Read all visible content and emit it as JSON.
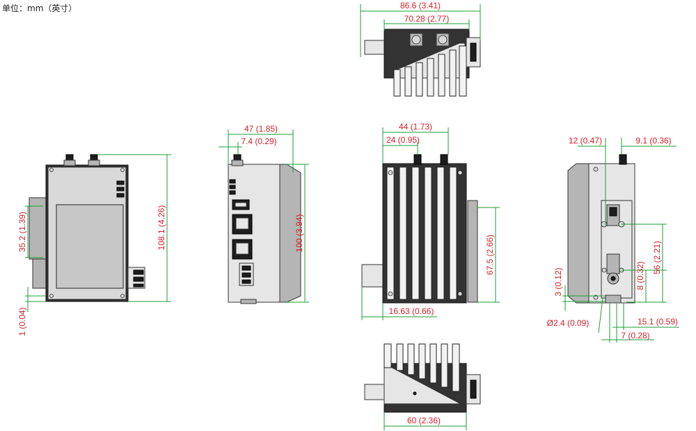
{
  "header": {
    "unit_note": "单位：mm（英寸）"
  },
  "dimensions": {
    "top_width_overall": "86.6 (3.41)",
    "top_width_body": "70.28 (2.77)",
    "front_height_total": "108.1 (4.26)",
    "front_rail_span": "35.2 (1.39)",
    "front_bottom_offset": "1 (0.04)",
    "side_depth": "47 (1.85)",
    "side_connector_offset": "7.4 (0.29)",
    "side_height": "100 (3.94)",
    "rear_width": "44 (1.73)",
    "rear_half_width": "24 (0.95)",
    "rear_bracket_height": "67.5 (2.66)",
    "rear_bottom_offset": "16.63 (0.66)",
    "right_left_offset": "12 (0.47)",
    "right_right_offset": "9.1 (0.36)",
    "right_vertical_span": "56 (2.21)",
    "right_hole_offset": "8 (0.32)",
    "right_small_offset": "3 (0.12)",
    "right_hole_diameter": "Ø2.4 (0.09)",
    "right_bracket_width": "15.1 (0.59)",
    "right_slot_width": "7 (0.28)",
    "bottom_width": "60 (2.36)"
  }
}
